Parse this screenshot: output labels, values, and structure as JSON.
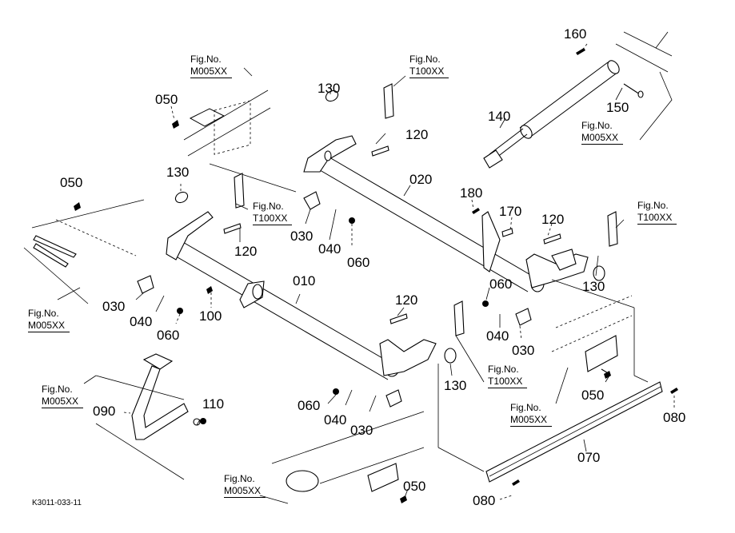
{
  "diagram": {
    "document_id": "K3011-033-11",
    "fig_prefix": "Fig.No.",
    "fig_refs": [
      {
        "id": "fig-top-left",
        "code": "M005XX"
      },
      {
        "id": "fig-top-center",
        "code": "T100XX"
      },
      {
        "id": "fig-top-right",
        "code": "M005XX"
      },
      {
        "id": "fig-center-left",
        "code": "T100XX"
      },
      {
        "id": "fig-right-mid",
        "code": "T100XX"
      },
      {
        "id": "fig-left-mid",
        "code": "M005XX"
      },
      {
        "id": "fig-center-low",
        "code": "T100XX"
      },
      {
        "id": "fig-right-low",
        "code": "M005XX"
      },
      {
        "id": "fig-left-low",
        "code": "M005XX"
      },
      {
        "id": "fig-bottom-center",
        "code": "M005XX"
      }
    ],
    "part_labels": [
      {
        "num": "160"
      },
      {
        "num": "150"
      },
      {
        "num": "140"
      },
      {
        "num": "050"
      },
      {
        "num": "130"
      },
      {
        "num": "120"
      },
      {
        "num": "020"
      },
      {
        "num": "050"
      },
      {
        "num": "130"
      },
      {
        "num": "180"
      },
      {
        "num": "170"
      },
      {
        "num": "120"
      },
      {
        "num": "030"
      },
      {
        "num": "040"
      },
      {
        "num": "060"
      },
      {
        "num": "120"
      },
      {
        "num": "130"
      },
      {
        "num": "010"
      },
      {
        "num": "030"
      },
      {
        "num": "040"
      },
      {
        "num": "060"
      },
      {
        "num": "100"
      },
      {
        "num": "060"
      },
      {
        "num": "120"
      },
      {
        "num": "040"
      },
      {
        "num": "030"
      },
      {
        "num": "130"
      },
      {
        "num": "050"
      },
      {
        "num": "080"
      },
      {
        "num": "110"
      },
      {
        "num": "090"
      },
      {
        "num": "060"
      },
      {
        "num": "040"
      },
      {
        "num": "030"
      },
      {
        "num": "070"
      },
      {
        "num": "050"
      },
      {
        "num": "080"
      }
    ]
  }
}
